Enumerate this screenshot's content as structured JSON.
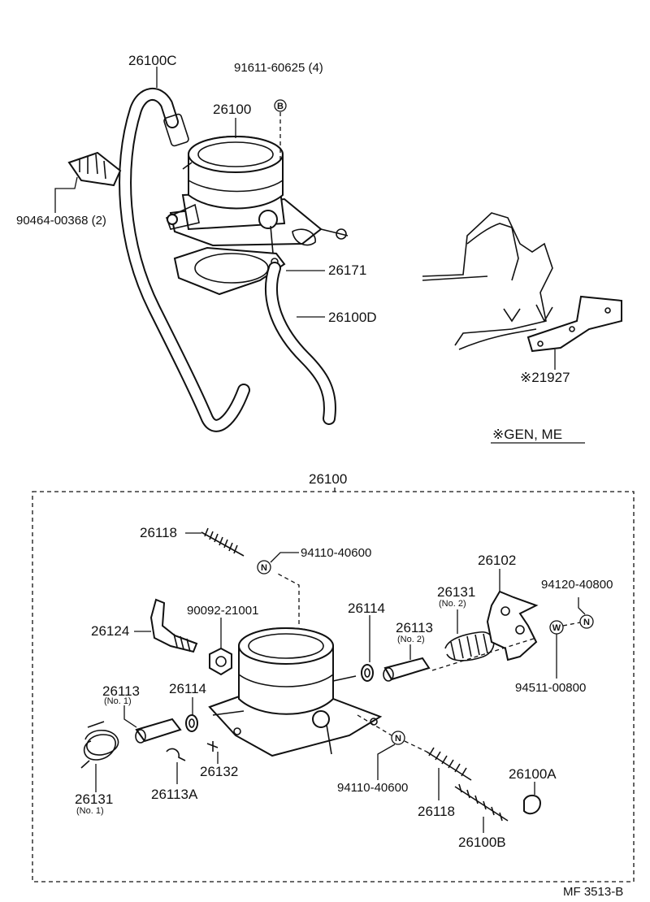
{
  "upper": {
    "hose_c": "26100C",
    "bolt": "91611-60625 (4)",
    "bolt_marker": "B",
    "throttle_body": "26100",
    "clip": "90464-00368 (2)",
    "gasket": "26171",
    "hose_d": "26100D",
    "bracket": "※21927",
    "note": "※GEN, ME"
  },
  "lower": {
    "title": "26100",
    "screw_top": "26118",
    "nut_top": "94110-40600",
    "nut_marker": "N",
    "lever": "26102",
    "nut_right": "94120-40800",
    "adjust_screw": "26124",
    "nut_hex": "90092-21001",
    "washer_right": "26114",
    "collar_2": "26113",
    "collar_2_no": "(No. 2)",
    "spring_2": "26131",
    "spring_2_no": "(No. 2)",
    "washer_marker": "W",
    "washer_part": "94511-00800",
    "collar_1": "26113",
    "collar_1_no": "(No. 1)",
    "washer_left": "26114",
    "spring_1": "26131",
    "spring_1_no": "(No. 1)",
    "pin": "26113A",
    "clip_small": "26132",
    "nut_bottom": "94110-40600",
    "screw_bottom": "26118",
    "cap": "26100A",
    "spring_b": "26100B"
  },
  "footer": {
    "code": "MF  3513-B"
  }
}
